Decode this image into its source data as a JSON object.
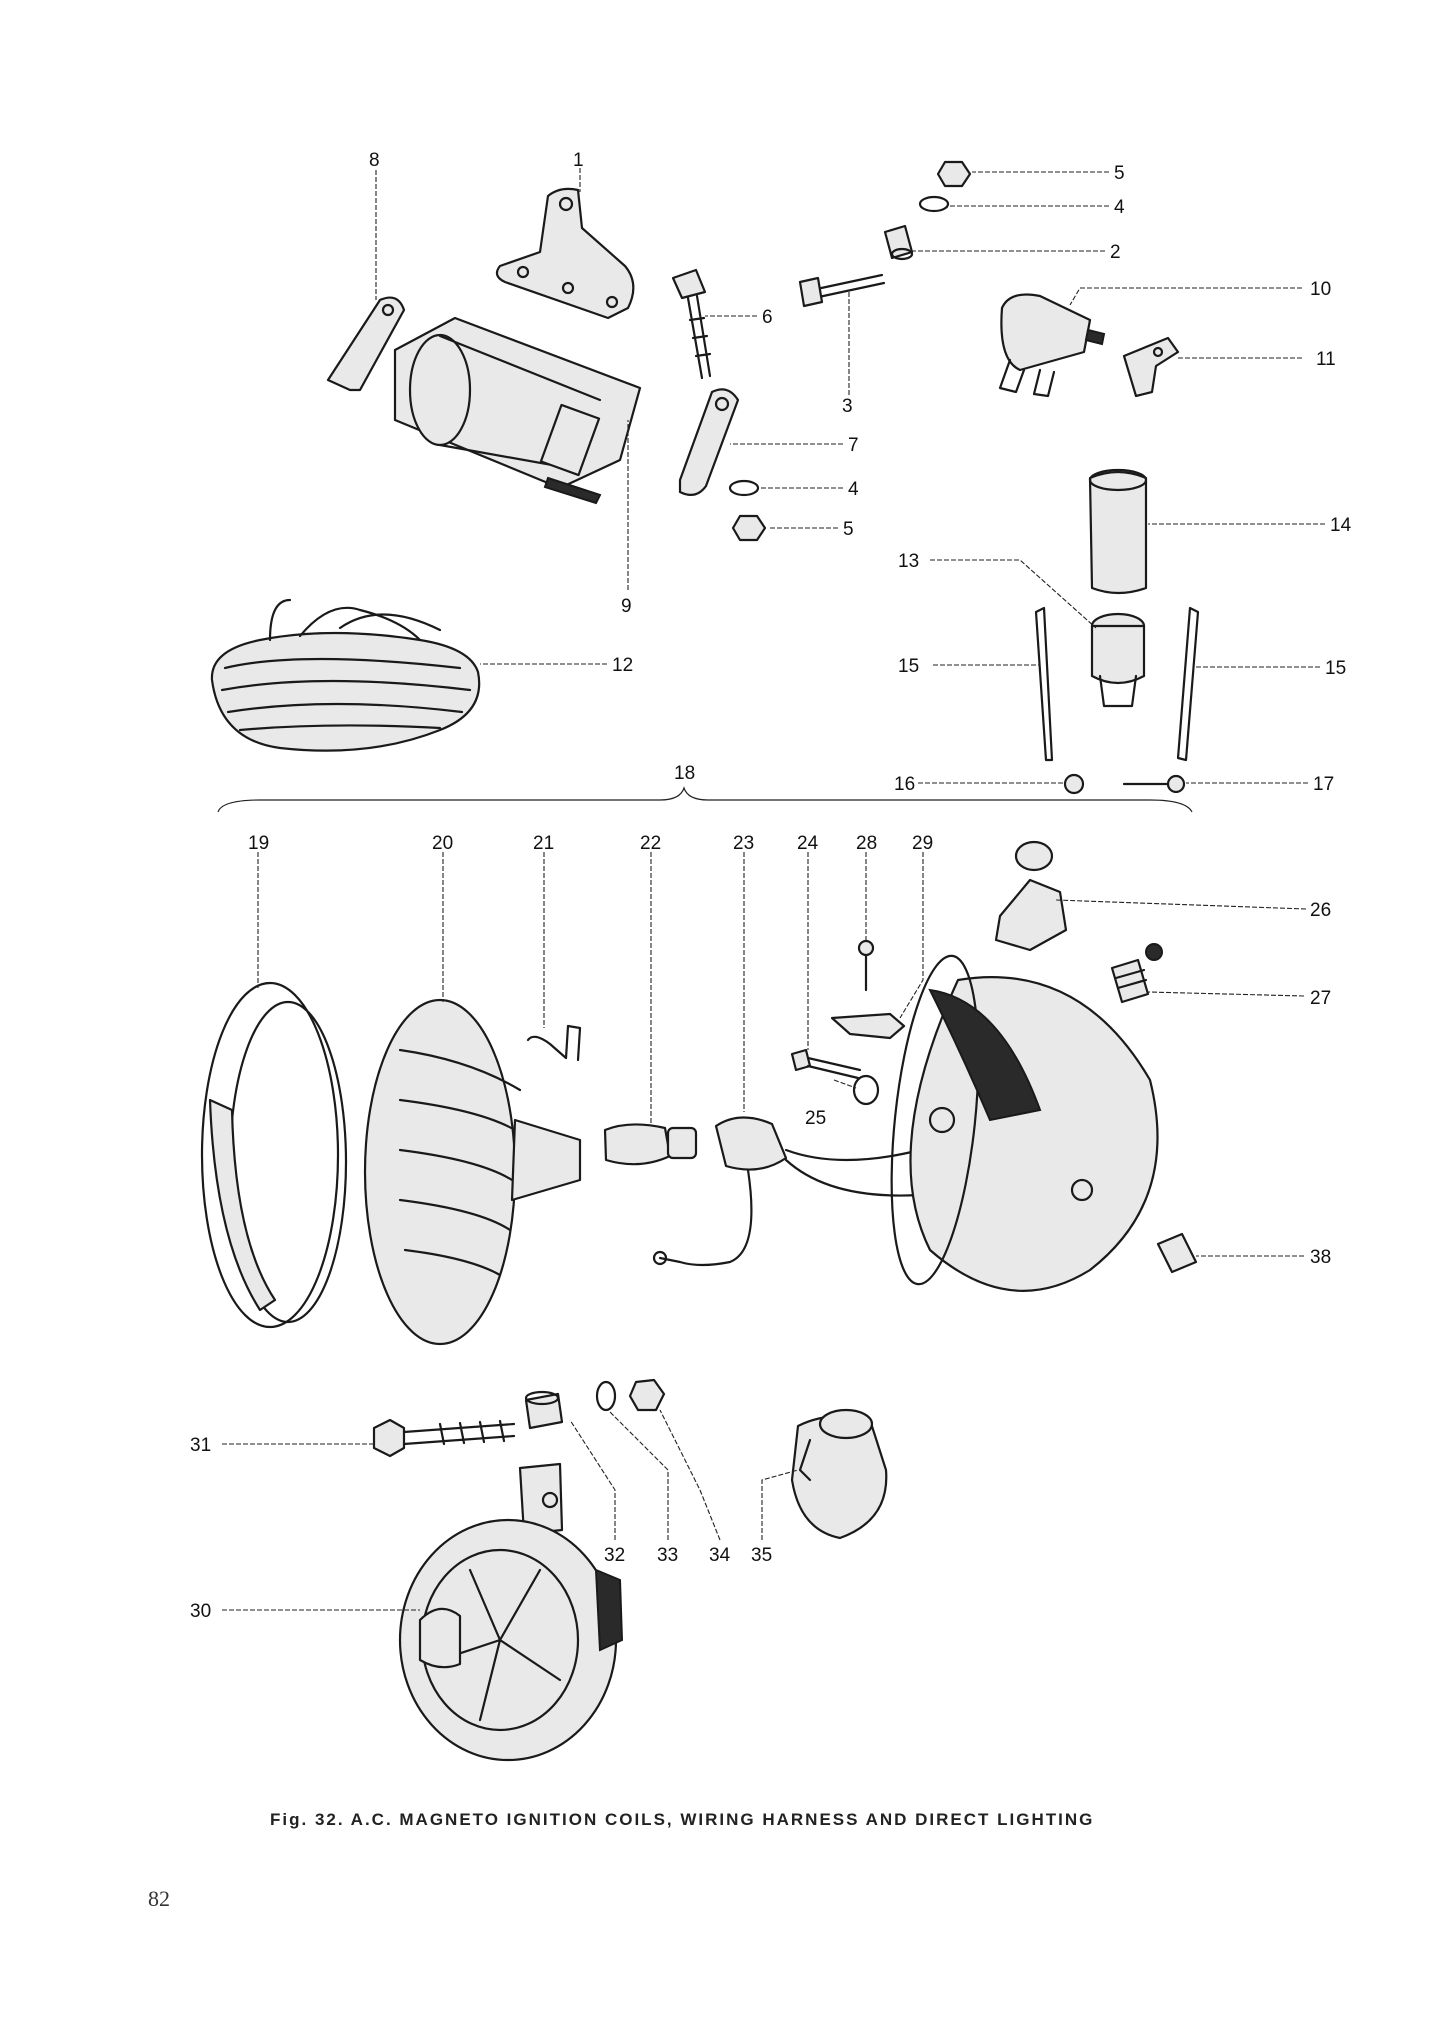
{
  "callouts": [
    {
      "n": "1"
    },
    {
      "n": "2"
    },
    {
      "n": "3"
    },
    {
      "n": "4"
    },
    {
      "n": "4"
    },
    {
      "n": "5"
    },
    {
      "n": "5"
    },
    {
      "n": "6"
    },
    {
      "n": "7"
    },
    {
      "n": "8"
    },
    {
      "n": "9"
    },
    {
      "n": "10"
    },
    {
      "n": "11"
    },
    {
      "n": "12"
    },
    {
      "n": "13"
    },
    {
      "n": "14"
    },
    {
      "n": "15"
    },
    {
      "n": "15"
    },
    {
      "n": "16"
    },
    {
      "n": "17"
    },
    {
      "n": "18"
    },
    {
      "n": "19"
    },
    {
      "n": "20"
    },
    {
      "n": "21"
    },
    {
      "n": "22"
    },
    {
      "n": "23"
    },
    {
      "n": "24"
    },
    {
      "n": "25"
    },
    {
      "n": "26"
    },
    {
      "n": "27"
    },
    {
      "n": "28"
    },
    {
      "n": "29"
    },
    {
      "n": "30"
    },
    {
      "n": "31"
    },
    {
      "n": "32"
    },
    {
      "n": "33"
    },
    {
      "n": "34"
    },
    {
      "n": "35"
    },
    {
      "n": "38"
    }
  ],
  "caption": "Fig. 32.  A.C. MAGNETO IGNITION COILS, WIRING HARNESS AND DIRECT LIGHTING",
  "page_number": "82"
}
